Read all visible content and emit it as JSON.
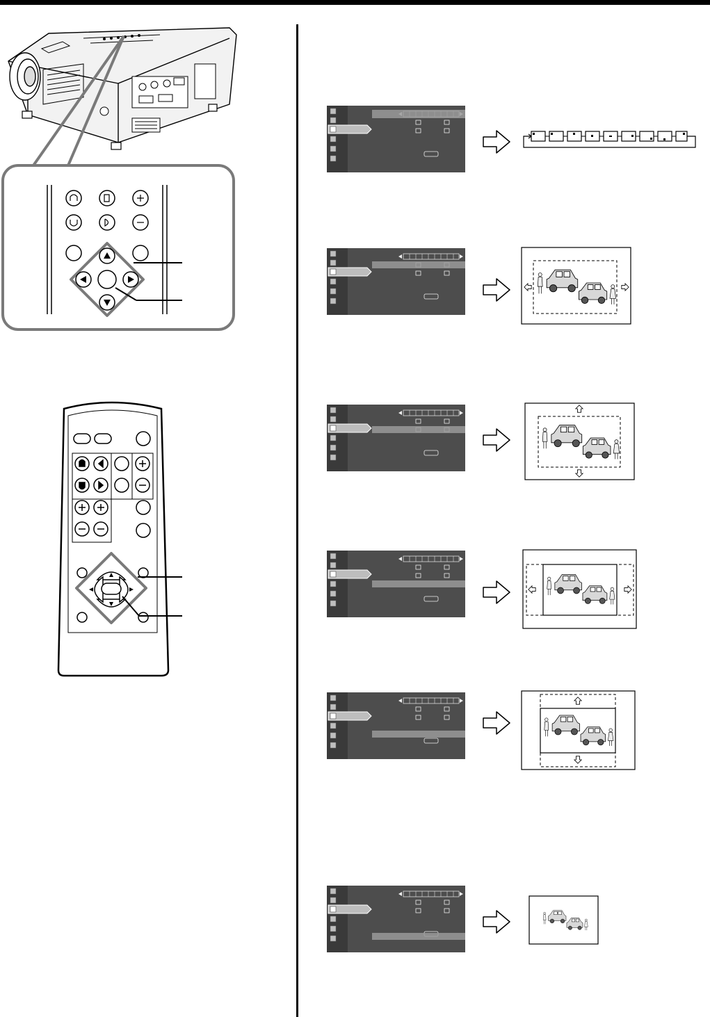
{
  "osd_menus": [
    {
      "id": "menu-1",
      "highlight_row": 0
    },
    {
      "id": "menu-2",
      "highlight_row": 1
    },
    {
      "id": "menu-3",
      "highlight_row": 2
    },
    {
      "id": "menu-4",
      "highlight_row": 3
    },
    {
      "id": "menu-5",
      "highlight_row": 4
    },
    {
      "id": "menu-6",
      "highlight_row": 5
    }
  ],
  "colors": {
    "panel_bg": "#4d4d4d",
    "side_bg": "#3a3a3a",
    "highlight": "#9a9a9a",
    "line": "#000000",
    "device_fill": "#f2f2f2",
    "callout_border": "#7a7a7a"
  }
}
